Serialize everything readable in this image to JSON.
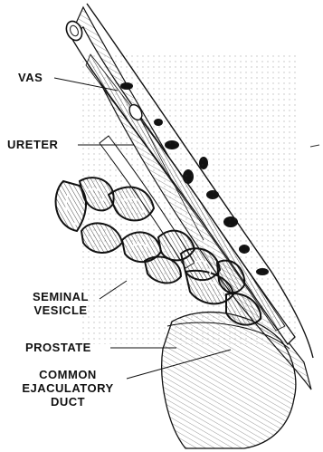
{
  "labels": {
    "vas": "VAS",
    "ureter": "URETER",
    "seminal_vesicle": [
      "SEMINAL",
      "VESICLE"
    ],
    "prostate": "PROSTATE",
    "ejaculatory_duct": [
      "COMMON",
      "EJACULATORY",
      "DUCT"
    ]
  },
  "colors": {
    "ink": "#111111",
    "background": "#ffffff"
  }
}
